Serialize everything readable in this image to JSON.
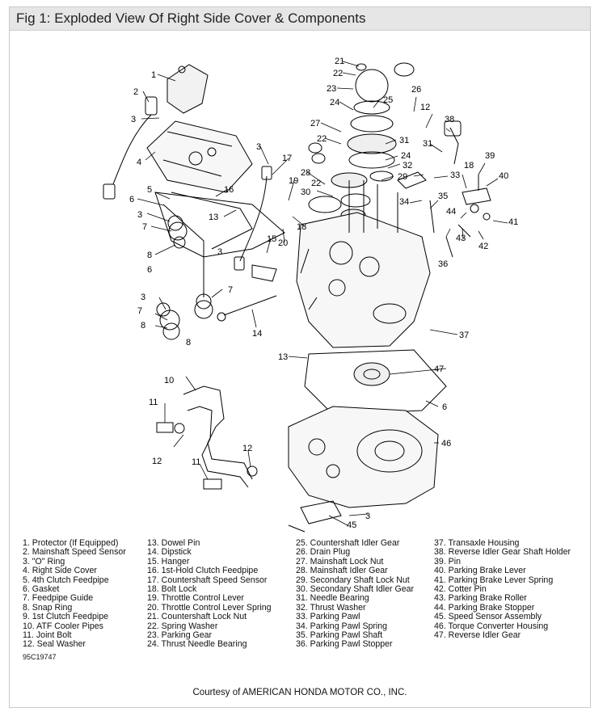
{
  "title": "Fig 1: Exploded View Of Right Side Cover & Components",
  "callouts": {
    "c1": "1",
    "c2": "2",
    "c3": "3",
    "c4": "4",
    "c5": "5",
    "c6": "6",
    "c7": "7",
    "c8": "8",
    "c10": "10",
    "c11": "11",
    "c12": "12",
    "c13": "13",
    "c14": "14",
    "c15": "15",
    "c16": "16",
    "c17": "17",
    "c18": "18",
    "c19": "19",
    "c20": "20",
    "c21": "21",
    "c22": "22",
    "c23": "23",
    "c24": "24",
    "c25": "25",
    "c26": "26",
    "c27": "27",
    "c28": "28",
    "c29": "29",
    "c30": "30",
    "c31": "31",
    "c32": "32",
    "c33": "33",
    "c34": "34",
    "c35": "35",
    "c36": "36",
    "c37": "37",
    "c38": "38",
    "c39": "39",
    "c40": "40",
    "c41": "41",
    "c42": "42",
    "c43": "43",
    "c44": "44",
    "c45": "45",
    "c46": "46",
    "c47": "47"
  },
  "legend": {
    "col1": [
      "1. Protector (If Equipped)",
      "2. Mainshaft Speed Sensor",
      "3. \"O\" Ring",
      "4. Right Side Cover",
      "5. 4th Clutch Feedpipe",
      "6. Gasket",
      "7. Feedpipe Guide",
      "8. Snap Ring",
      "9. 1st Clutch Feedpipe",
      "10. ATF Cooler Pipes",
      "11. Joint Bolt",
      "12. Seal Washer"
    ],
    "col2": [
      "13. Dowel Pin",
      "14. Dipstick",
      "15. Hanger",
      "16. 1st-Hold Clutch Feedpipe",
      "17. Countershaft Speed Sensor",
      "18. Bolt Lock",
      "19. Throttle Control Lever",
      "20. Throttle Control Lever Spring",
      "21. Countershaft Lock Nut",
      "22. Spring Washer",
      "23. Parking Gear",
      "24. Thrust Needle Bearing"
    ],
    "col3": [
      "25. Countershaft Idler Gear",
      "26. Drain Plug",
      "27. Mainshaft Lock Nut",
      "28. Mainshaft Idler Gear",
      "29. Secondary Shaft Lock Nut",
      "30. Secondary Shaft Idler Gear",
      "31. Needle Bearing",
      "32. Thrust Washer",
      "33. Parking Pawl",
      "34. Parking Pawl Spring",
      "35. Parking Pawl Shaft",
      "36. Parking Pawl Stopper"
    ],
    "col4": [
      "37. Transaxle Housing",
      "38. Reverse Idler Gear Shaft Holder",
      "39. Pin",
      "40. Parking Brake Lever",
      "41. Parking Brake Lever Spring",
      "42. Cotter Pin",
      "43. Parking Brake Roller",
      "44. Parking Brake Stopper",
      "45. Speed Sensor Assembly",
      "46. Torque Converter Housing",
      "47. Reverse Idler Gear"
    ]
  },
  "figure_code": "95C19747",
  "credit": "Courtesy of AMERICAN HONDA MOTOR CO., INC."
}
